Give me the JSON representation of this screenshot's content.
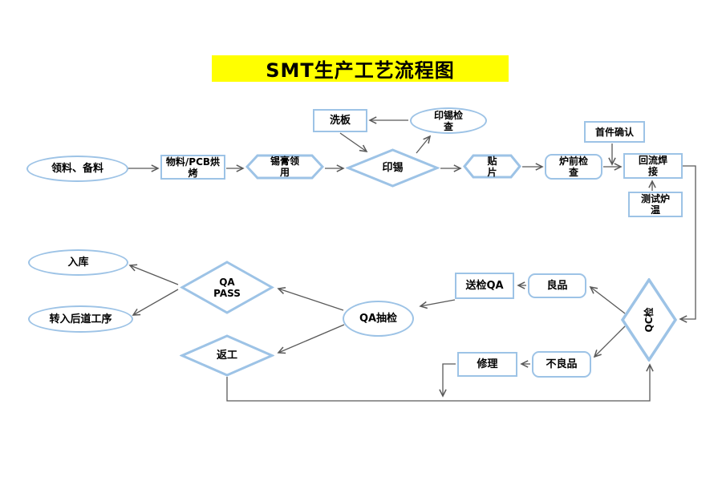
{
  "title": "SMT生产工艺流程图",
  "colors": {
    "title_bg": "#ffff00",
    "node_border": "#9dc3e6",
    "connector": "#595959",
    "text": "#000000",
    "background": "#ffffff"
  },
  "nodes": {
    "receive": {
      "label": "领料、备料"
    },
    "baking": {
      "label": "物料/PCB烘\n烤"
    },
    "solder_paste": {
      "label": "锡膏领\n用"
    },
    "print_solder": {
      "label": "印锡"
    },
    "placement": {
      "label": "贴\n片"
    },
    "pre_furnace_check": {
      "label": "炉前检\n查"
    },
    "reflow": {
      "label": "回流焊\n接"
    },
    "wash_board": {
      "label": "洗板"
    },
    "print_inspect": {
      "label": "印锡检\n查"
    },
    "first_article": {
      "label": "首件确认"
    },
    "test_furnace_temp": {
      "label": "测试炉\n温"
    },
    "qc_check": {
      "label": "QC检"
    },
    "good": {
      "label": "良品"
    },
    "send_qa": {
      "label": "送检QA"
    },
    "qa_sampling": {
      "label": "QA抽检"
    },
    "qa_pass": {
      "label": "QA\nPASS"
    },
    "warehouse": {
      "label": "入库"
    },
    "next_process": {
      "label": "转入后道工序"
    },
    "rework": {
      "label": "返工"
    },
    "repair": {
      "label": "修理"
    },
    "defective": {
      "label": "不良品"
    }
  }
}
